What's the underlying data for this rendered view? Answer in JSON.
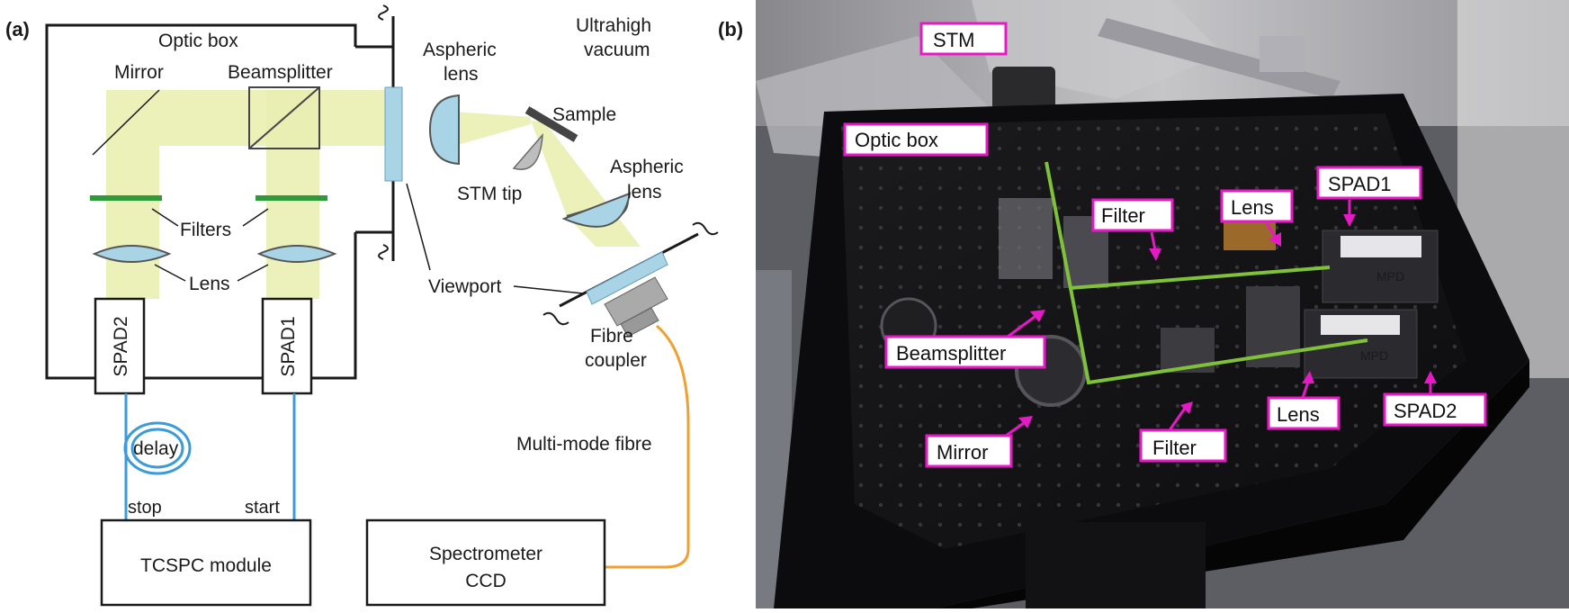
{
  "panel_a": {
    "label": "(a)",
    "optic_box": "Optic box",
    "mirror": "Mirror",
    "beamsplitter": "Beamsplitter",
    "filters": "Filters",
    "lens": "Lens",
    "spad2": "SPAD2",
    "spad1": "SPAD1",
    "delay": "delay",
    "stop": "stop",
    "start": "start",
    "tcspc": "TCSPC module",
    "uhv_line1": "Ultrahigh",
    "uhv_line2": "vacuum",
    "aspheric1_line1": "Aspheric",
    "aspheric1_line2": "lens",
    "sample": "Sample",
    "stm_tip": "STM tip",
    "aspheric2_line1": "Aspheric",
    "aspheric2_line2": "lens",
    "viewport": "Viewport",
    "fibre_coupler_line1": "Fibre",
    "fibre_coupler_line2": "coupler",
    "multimode_fibre": "Multi-mode fibre",
    "spectrometer_line1": "Spectrometer",
    "spectrometer_line2": "CCD"
  },
  "panel_b": {
    "label": "(b)",
    "tags": {
      "stm": "STM",
      "optic_box": "Optic box",
      "filter_top": "Filter",
      "lens_top": "Lens",
      "spad1": "SPAD1",
      "beamsplitter": "Beamsplitter",
      "mirror": "Mirror",
      "filter_bottom": "Filter",
      "lens_bottom": "Lens",
      "spad2": "SPAD2"
    },
    "device_brand": "MPD"
  },
  "colors": {
    "beam": "#e9efb0",
    "filter": "#2e9a3a",
    "lens": "#a9d4e6",
    "fibre_blue": "#3a9bd8",
    "fibre_orange": "#f0a030",
    "tag_border": "#e619c7",
    "laser_green": "#7fc23a"
  }
}
